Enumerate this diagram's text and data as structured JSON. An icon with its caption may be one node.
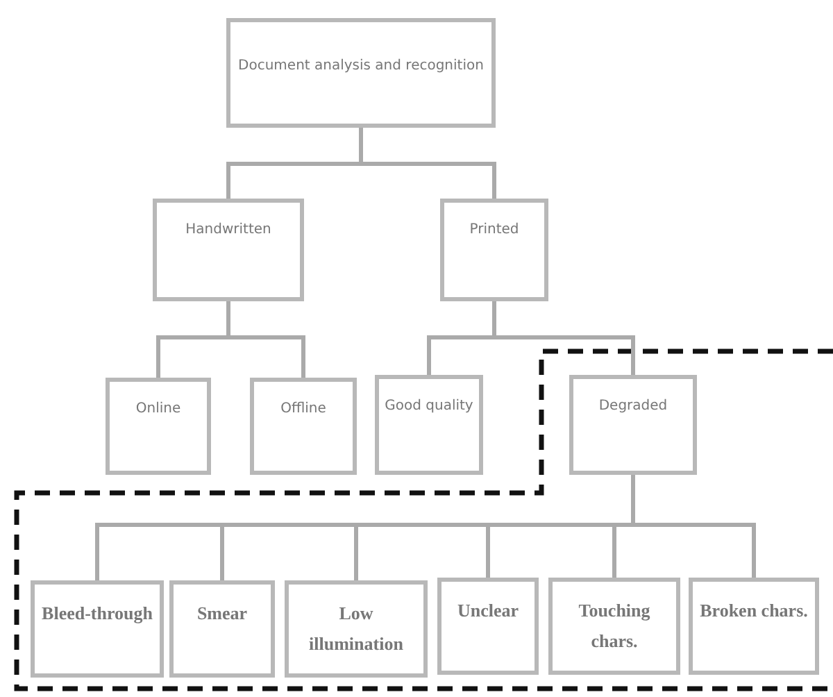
{
  "diagram": {
    "nodes": [
      {
        "text": [
          "Document analysis and recognition"
        ]
      },
      {
        "text": [
          "Handwritten"
        ]
      },
      {
        "text": [
          "Printed"
        ]
      },
      {
        "text": [
          "Online"
        ]
      },
      {
        "text": [
          "Offline"
        ]
      },
      {
        "text": [
          "Good quality"
        ]
      },
      {
        "text": [
          "Degraded"
        ]
      },
      {
        "text": [
          "Bleed-through"
        ]
      },
      {
        "text": [
          "Smear"
        ]
      },
      {
        "text": [
          "Low illumination"
        ]
      },
      {
        "text": [
          "Unclear"
        ]
      },
      {
        "text": [
          "Touching chars."
        ]
      },
      {
        "text": [
          "Broken chars."
        ]
      }
    ],
    "edges": [
      {
        "from": 0,
        "to": 1,
        "arrow": "none"
      },
      {
        "from": 0,
        "to": 2,
        "arrow": "none"
      },
      {
        "from": 1,
        "to": 3,
        "arrow": "none"
      },
      {
        "from": 1,
        "to": 4,
        "arrow": "none"
      },
      {
        "from": 2,
        "to": 5,
        "arrow": "none"
      },
      {
        "from": 2,
        "to": 6,
        "arrow": "none"
      },
      {
        "from": 6,
        "to": 7,
        "arrow": "none"
      },
      {
        "from": 6,
        "to": 8,
        "arrow": "none"
      },
      {
        "from": 6,
        "to": 9,
        "arrow": "none"
      },
      {
        "from": 6,
        "to": 10,
        "arrow": "none"
      },
      {
        "from": 6,
        "to": 11,
        "arrow": "none"
      },
      {
        "from": 6,
        "to": 12,
        "arrow": "none"
      }
    ]
  }
}
